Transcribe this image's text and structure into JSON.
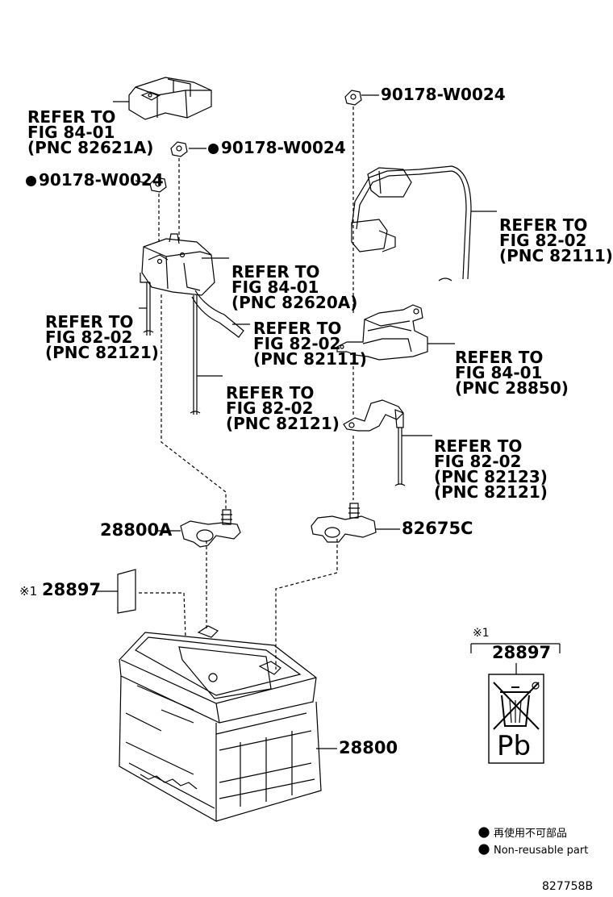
{
  "refs": {
    "r1": {
      "line1": "REFER TO",
      "line2": "FIG 84-01",
      "line3": "(PNC 82621A)"
    },
    "r2": {
      "line1": "REFER TO",
      "line2": "FIG 82-02",
      "line3": "(PNC 82111)"
    },
    "r3": {
      "line1": "REFER TO",
      "line2": "FIG 84-01",
      "line3": "(PNC 82620A)"
    },
    "r4": {
      "line1": "REFER TO",
      "line2": "FIG 82-02",
      "line3": "(PNC 82121)"
    },
    "r5": {
      "line1": "REFER TO",
      "line2": "FIG 82-02",
      "line3": "(PNC 82111)"
    },
    "r6": {
      "line1": "REFER TO",
      "line2": "FIG 84-01",
      "line3": "(PNC 28850)"
    },
    "r7": {
      "line1": "REFER TO",
      "line2": "FIG 82-02",
      "line3": "(PNC 82121)"
    },
    "r8": {
      "line1": "REFER TO",
      "line2": "FIG 82-02",
      "line3": "(PNC 82123)",
      "line4": "(PNC 82121)"
    }
  },
  "parts": {
    "nut_right": "90178-W0024",
    "nut_mid": "90178-W0024",
    "nut_left": "90178-W0024",
    "terminal_neg": "28800A",
    "terminal_pos": "82675C",
    "label_part": "28897",
    "battery": "28800",
    "label_note_mark": "※1",
    "inset_mark": "※1",
    "inset_part": "28897",
    "inset_pb": "Pb"
  },
  "legend": {
    "jp": "再使用不可部品",
    "en": "Non-reusable part"
  },
  "figure_id": "827758B"
}
